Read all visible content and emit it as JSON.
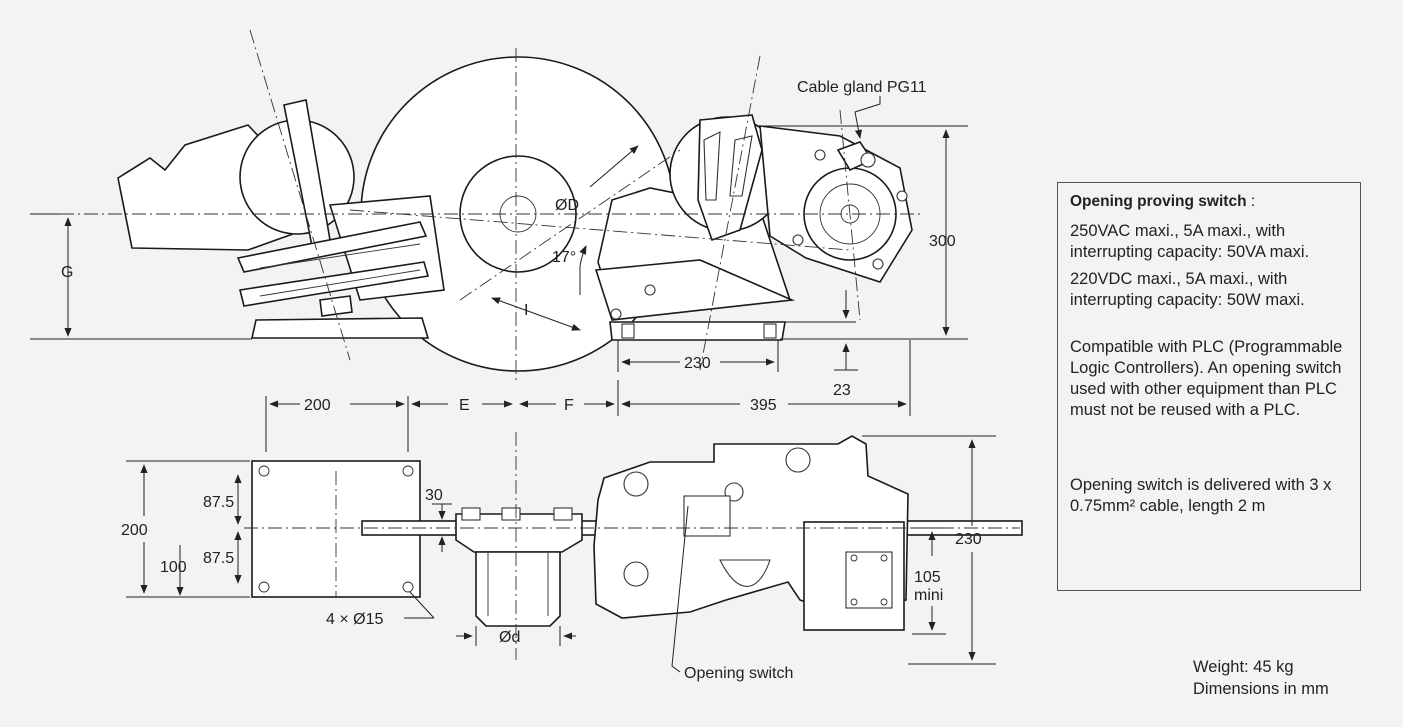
{
  "labels": {
    "cable_gland": "Cable gland PG11",
    "diameter_D": "ØD",
    "angle": "17°",
    "I": "I",
    "G": "G",
    "h300": "300",
    "w230_top": "230",
    "d23": "23",
    "w200": "200",
    "E": "E",
    "F": "F",
    "w395": "395",
    "h200": "200",
    "h87_5_top": "87.5",
    "h87_5_bot": "87.5",
    "h100": "100",
    "d30": "30",
    "holes": "4 × Ø15",
    "diameter_d": "Ød",
    "h105": "105",
    "mini": "mini",
    "h230": "230",
    "opening_switch": "Opening switch"
  },
  "spec": {
    "title": "Opening proving switch",
    "title_sep": " :",
    "ac": "250VAC maxi., 5A maxi., with interrupting capacity: 50VA maxi.",
    "dc": "220VDC maxi., 5A maxi., with interrupting capacity:  50W maxi.",
    "plc": "Compatible with PLC (Programmable Logic Controllers). An opening switch used with other equipment than PLC must not be reused with a PLC.",
    "delivery": "Opening switch is delivered with 3 x 0.75mm² cable, length 2 m"
  },
  "footer": {
    "weight": "Weight: 45 kg",
    "units": "Dimensions in mm"
  }
}
